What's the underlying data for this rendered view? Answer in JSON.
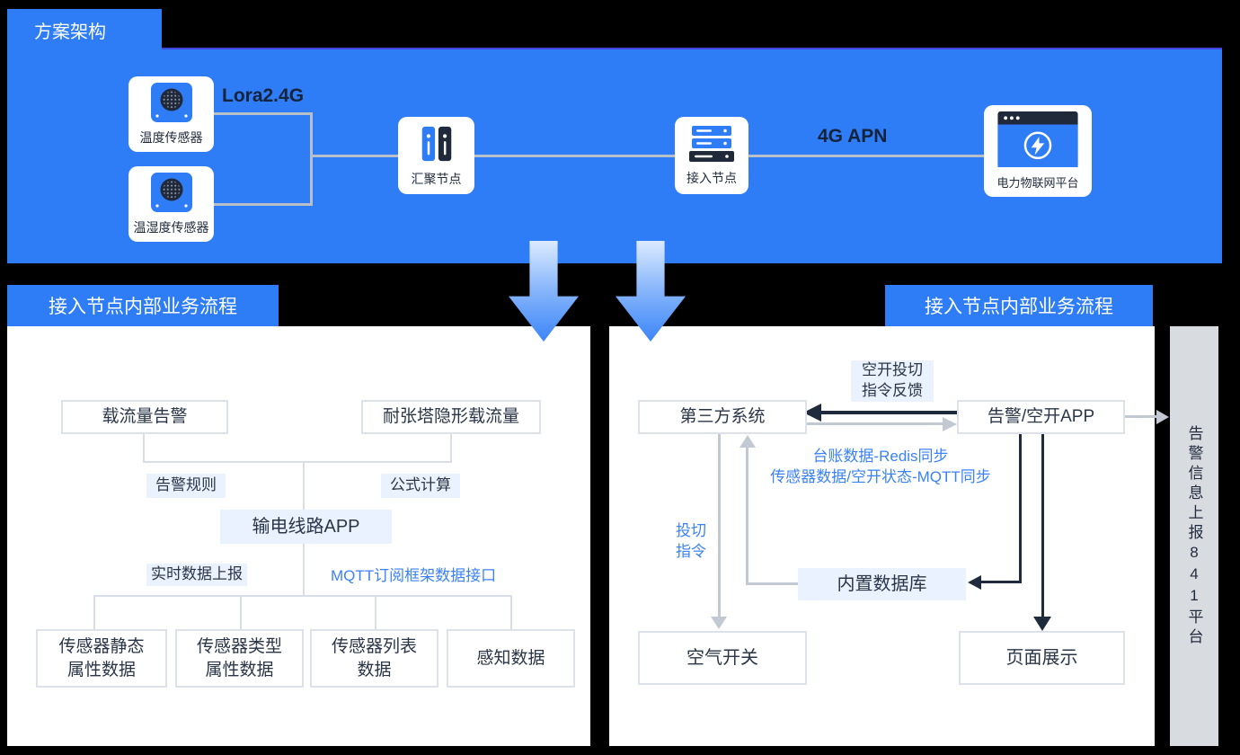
{
  "colors": {
    "accent_blue": "#2e7cf6",
    "dark_navy": "#1f2b3d",
    "link_blue": "#3b82f7",
    "light_label_bg": "#e9f2fe",
    "sidebar_gray": "#d8dbe0",
    "connector_gray": "#b9bfc9"
  },
  "banner": {
    "tab": "方案架构",
    "lora_label": "Lora2.4G",
    "apn_label": "4G APN",
    "nodes": {
      "sensor_temp": "温度传感器",
      "sensor_temp_humidity": "温湿度传感器",
      "gateway": "汇聚节点",
      "access": "接入节点",
      "platform": "电力物联网平台"
    }
  },
  "left_panel": {
    "tab": "接入节点内部业务流程",
    "box_load_alarm": "载流量告警",
    "box_tension": "耐张塔隐形载流量",
    "label_rules": "告警规则",
    "label_formula": "公式计算",
    "box_app": "输电线路APP",
    "label_realtime": "实时数据上报",
    "label_mqtt": "MQTT订阅框架数据接口",
    "box_sensor_static": {
      "line1": "传感器静态",
      "line2": "属性数据"
    },
    "box_sensor_type": {
      "line1": "传感器类型",
      "line2": "属性数据"
    },
    "box_sensor_list": {
      "line1": "传感器列表",
      "line2": "数据"
    },
    "box_perception": "感知数据"
  },
  "right_panel": {
    "tab": "接入节点内部业务流程",
    "box_third_party": "第三方系统",
    "box_alarm_app": "告警/空开APP",
    "label_feedback": {
      "line1": "空开投切",
      "line2": "指令反馈"
    },
    "label_redis_sync": "台账数据-Redis同步",
    "label_mqtt_sync": "传感器数据/空开状态-MQTT同步",
    "label_switch_cmd": {
      "line1": "投切",
      "line2": "指令"
    },
    "box_database": "内置数据库",
    "box_air_switch": "空气开关",
    "box_page_display": "页面展示"
  },
  "sidebar": {
    "vertical_text": "告警信息上报841平台"
  }
}
